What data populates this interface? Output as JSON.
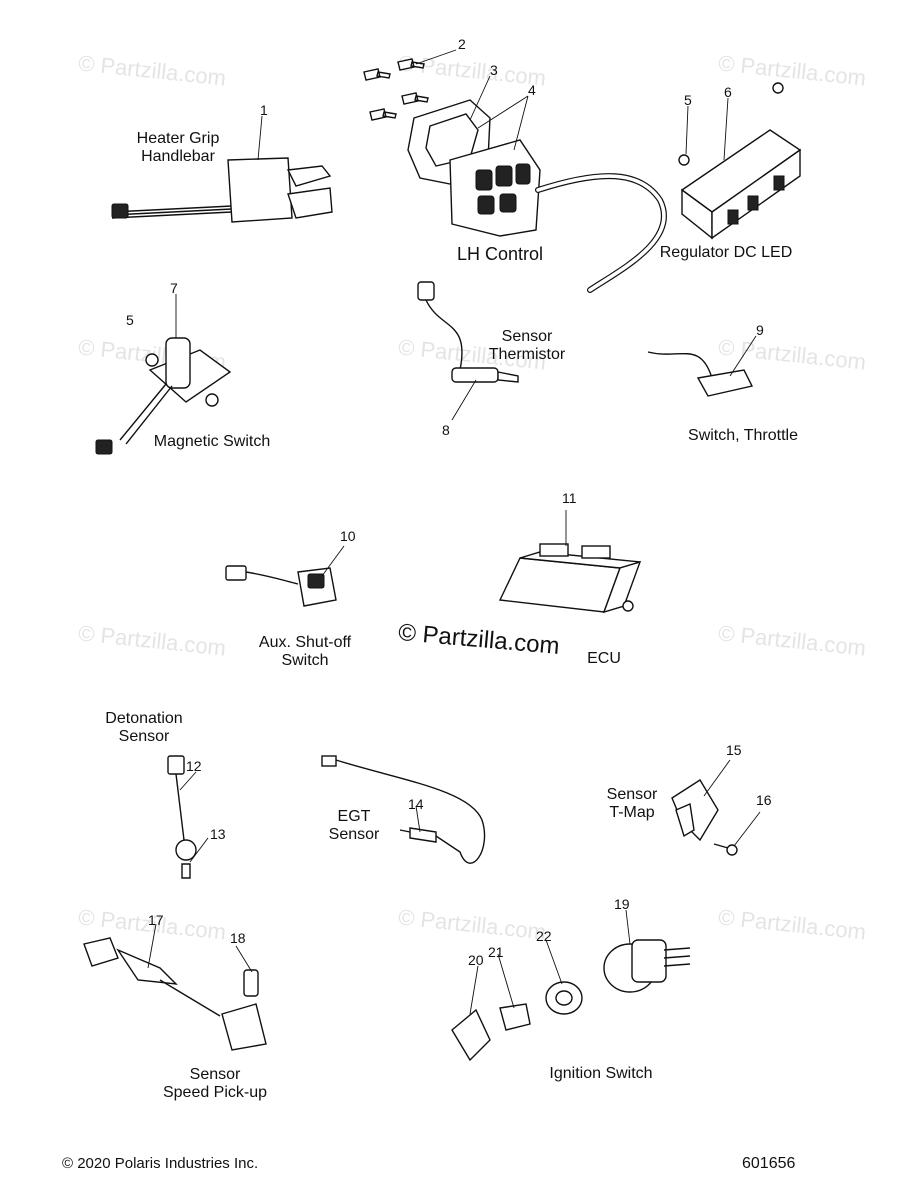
{
  "watermark": "© Partzilla.com",
  "center_mark": "© Partzilla.com",
  "labels": {
    "heater_grip": "Heater Grip\nHandlebar",
    "lh_control": "LH Control",
    "regulator": "Regulator DC LED",
    "magnetic_switch": "Magnetic Switch",
    "sensor_thermistor": "Sensor\nThermistor",
    "switch_throttle": "Switch, Throttle",
    "aux_shutoff": "Aux. Shut-off\nSwitch",
    "ecu": "ECU",
    "detonation_sensor": "Detonation\nSensor",
    "egt_sensor": "EGT\nSensor",
    "sensor_tmap": "Sensor\nT-Map",
    "sensor_speed": "Sensor\nSpeed Pick-up",
    "ignition_switch": "Ignition Switch"
  },
  "callouts": {
    "c1": "1",
    "c2": "2",
    "c3": "3",
    "c4": "4",
    "c5a": "5",
    "c5b": "5",
    "c6": "6",
    "c7": "7",
    "c8": "8",
    "c9": "9",
    "c10": "10",
    "c11": "11",
    "c12": "12",
    "c13": "13",
    "c14": "14",
    "c15": "15",
    "c16": "16",
    "c17": "17",
    "c18": "18",
    "c19": "19",
    "c20": "20",
    "c21": "21",
    "c22": "22"
  },
  "footer": {
    "copyright": "© 2020 Polaris Industries Inc.",
    "diagram_number": "601656"
  }
}
